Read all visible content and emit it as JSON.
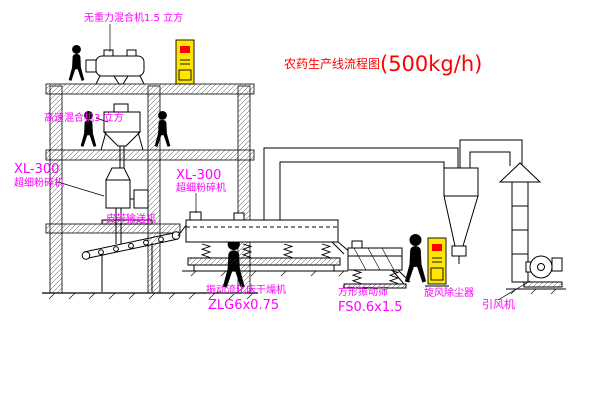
{
  "title": {
    "name": "农药生产线流程图",
    "capacity": "(500kg/h)"
  },
  "labels": {
    "gravity_mixer": "无重力混合机1.5 立方",
    "high_speed_mixer": "高速混合机3 立方",
    "mill_left_model": "XL-300",
    "mill_left_name": "超细粉碎机",
    "mill_right_model": "XL-300",
    "mill_right_name": "超细粉碎机",
    "belt_conveyor": "皮带输送机",
    "dryer_name": "振动流化床干燥机",
    "dryer_model": "ZLG6x0.75",
    "sieve_name": "方形振动筛",
    "sieve_model": "FS0.6x1.5",
    "cyclone": "旋风除尘器",
    "fan": "引风机"
  },
  "colors": {
    "label": "#ff00ff",
    "title": "#ff0000",
    "cabinet": "#ffe600",
    "indicator": "#ff0000",
    "line": "#000000"
  }
}
